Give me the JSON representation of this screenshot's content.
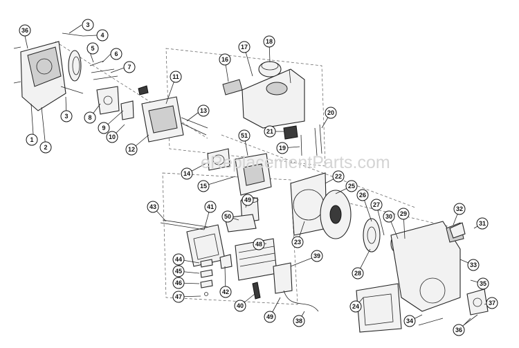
{
  "watermark": "eReplacementParts.com",
  "callouts": [
    {
      "n": "36"
    },
    {
      "n": "3"
    },
    {
      "n": "4"
    },
    {
      "n": "5"
    },
    {
      "n": "6"
    },
    {
      "n": "7"
    },
    {
      "n": "3"
    },
    {
      "n": "1"
    },
    {
      "n": "2"
    },
    {
      "n": "8"
    },
    {
      "n": "9"
    },
    {
      "n": "10"
    },
    {
      "n": "11"
    },
    {
      "n": "12"
    },
    {
      "n": "13"
    },
    {
      "n": "16"
    },
    {
      "n": "17"
    },
    {
      "n": "18"
    },
    {
      "n": "20"
    },
    {
      "n": "21"
    },
    {
      "n": "19"
    },
    {
      "n": "51"
    },
    {
      "n": "14"
    },
    {
      "n": "15"
    },
    {
      "n": "22"
    },
    {
      "n": "25"
    },
    {
      "n": "26"
    },
    {
      "n": "27"
    },
    {
      "n": "30"
    },
    {
      "n": "29"
    },
    {
      "n": "32"
    },
    {
      "n": "31"
    },
    {
      "n": "49"
    },
    {
      "n": "50"
    },
    {
      "n": "41"
    },
    {
      "n": "43"
    },
    {
      "n": "48"
    },
    {
      "n": "23"
    },
    {
      "n": "28"
    },
    {
      "n": "33"
    },
    {
      "n": "35"
    },
    {
      "n": "44"
    },
    {
      "n": "45"
    },
    {
      "n": "46"
    },
    {
      "n": "47"
    },
    {
      "n": "42"
    },
    {
      "n": "39"
    },
    {
      "n": "40"
    },
    {
      "n": "49"
    },
    {
      "n": "38"
    },
    {
      "n": "24"
    },
    {
      "n": "34"
    },
    {
      "n": "36"
    },
    {
      "n": "37"
    }
  ]
}
